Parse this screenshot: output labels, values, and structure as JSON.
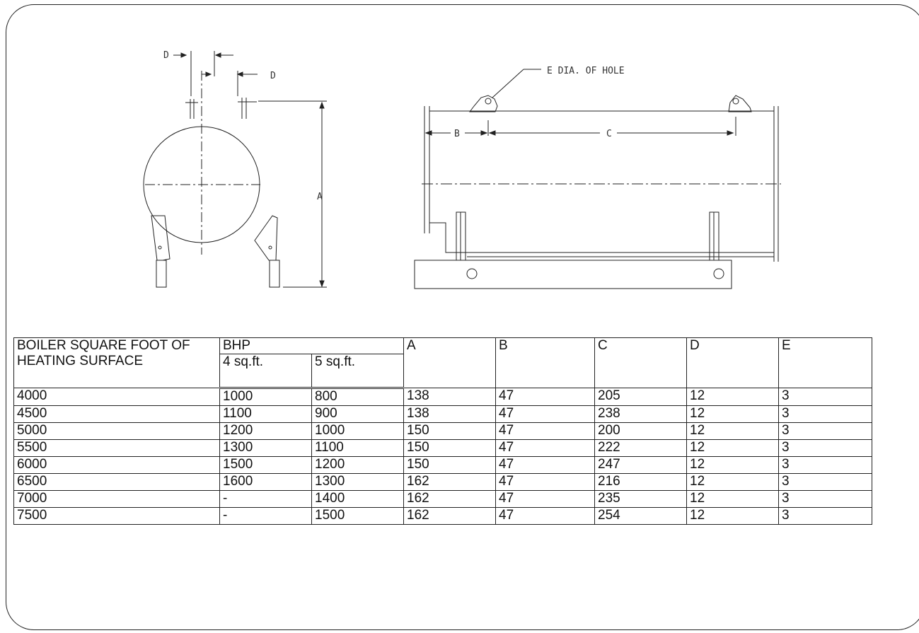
{
  "drawing": {
    "front_labels": {
      "d_top_left": "D",
      "d_top_right": "D",
      "a": "A"
    },
    "side_labels": {
      "hole": "E  DIA. OF HOLE",
      "b": "B",
      "c": "C"
    }
  },
  "table": {
    "header": {
      "col1": "BOILER SQUARE FOOT OF HEATING SURFACE",
      "bhp": "BHP",
      "bhp_4": "4 sq.ft.",
      "bhp_5": "5 sq.ft.",
      "a": "A",
      "b": "B",
      "c": "C",
      "d": "D",
      "e": "E"
    },
    "rows": [
      [
        "4000",
        "1000",
        "800",
        "138",
        "47",
        "205",
        "12",
        "3"
      ],
      [
        "4500",
        "1100",
        "900",
        "138",
        "47",
        "238",
        "12",
        "3"
      ],
      [
        "5000",
        "1200",
        "1000",
        "150",
        "47",
        "200",
        "12",
        "3"
      ],
      [
        "5500",
        "1300",
        "1100",
        "150",
        "47",
        "222",
        "12",
        "3"
      ],
      [
        "6000",
        "1500",
        "1200",
        "150",
        "47",
        "247",
        "12",
        "3"
      ],
      [
        "6500",
        "1600",
        "1300",
        "162",
        "47",
        "216",
        "12",
        "3"
      ],
      [
        "7000",
        "-",
        "1400",
        "162",
        "47",
        "235",
        "12",
        "3"
      ],
      [
        "7500",
        "-",
        "1500",
        "162",
        "47",
        "254",
        "12",
        "3"
      ]
    ]
  }
}
